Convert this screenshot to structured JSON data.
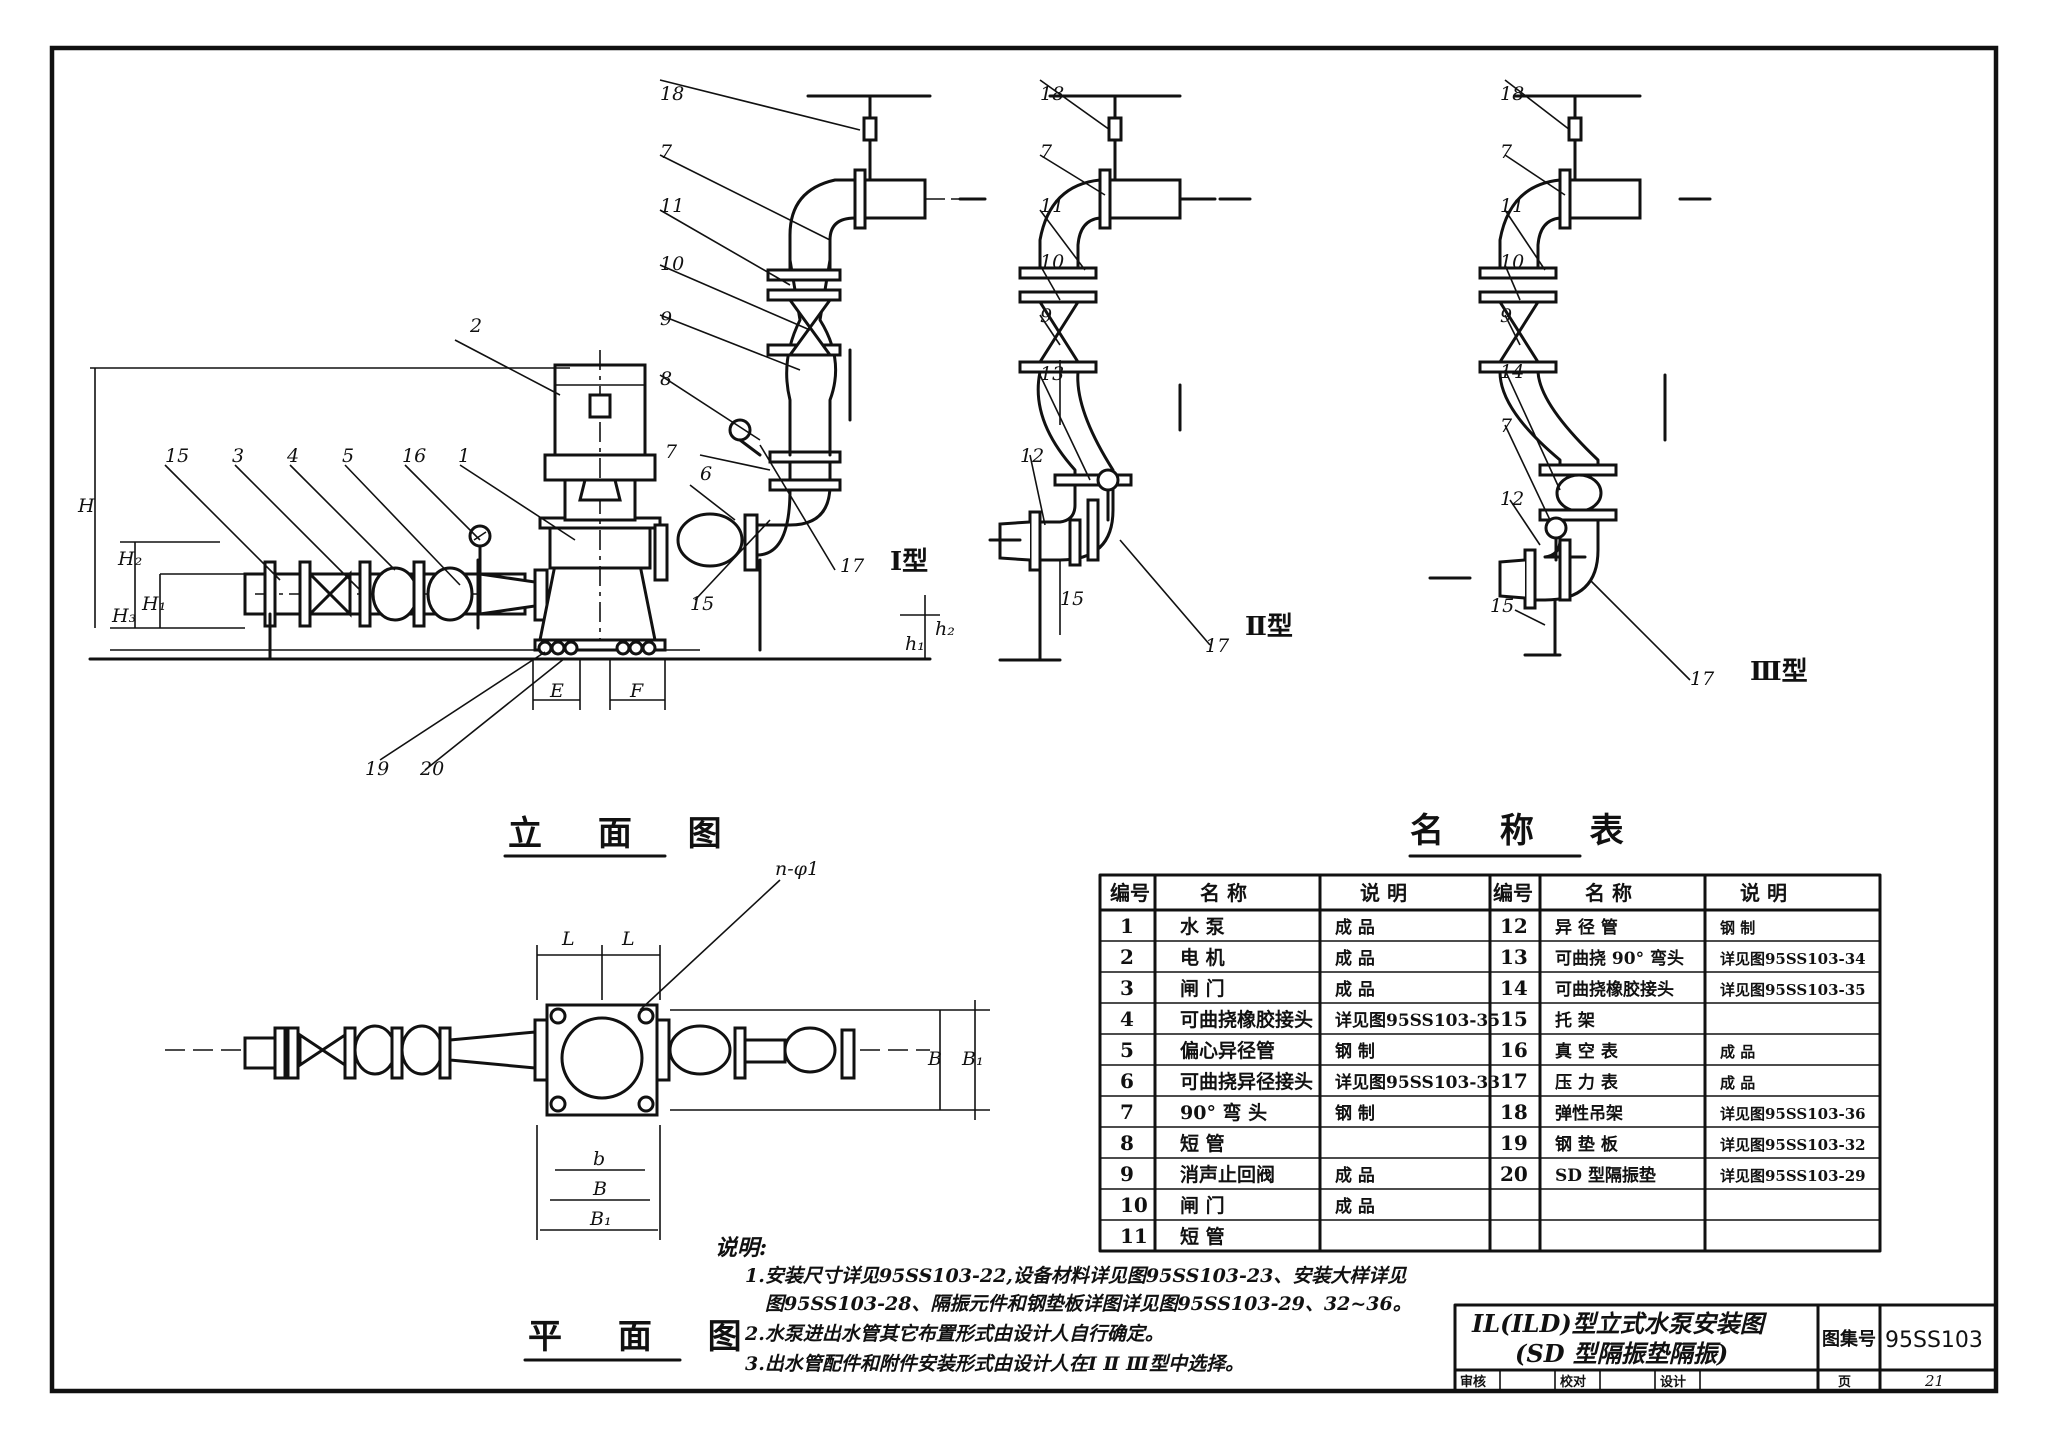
{
  "views": {
    "elevation_title": "立 面 图",
    "plan_title": "平 面 图",
    "type1": "Ⅰ型",
    "type2": "Ⅱ型",
    "type3": "Ⅲ型"
  },
  "callouts": {
    "elev": [
      "15",
      "3",
      "4",
      "5",
      "16",
      "1",
      "2",
      "6",
      "7",
      "8",
      "9",
      "10",
      "11",
      "7",
      "18",
      "17",
      "15",
      "19",
      "20"
    ],
    "t2": [
      "18",
      "7",
      "11",
      "10",
      "9",
      "13",
      "12",
      "15",
      "17"
    ],
    "t3": [
      "18",
      "7",
      "11",
      "10",
      "9",
      "14",
      "7",
      "12",
      "15",
      "17"
    ]
  },
  "dims": {
    "H": "H",
    "H1": "H₁",
    "H2": "H₂",
    "H3": "H₃",
    "h1": "h₁",
    "h2": "h₂",
    "E": "E",
    "F": "F",
    "L": "L",
    "b": "b",
    "B": "B",
    "B1": "B₁",
    "nphi": "n-φ1"
  },
  "parts_table": {
    "title": "名 称 表",
    "headers": [
      "编号",
      "名 称",
      "说 明",
      "编号",
      "名 称",
      "说 明"
    ],
    "left_rows": [
      {
        "no": "1",
        "name": "水 泵",
        "note": "成 品"
      },
      {
        "no": "2",
        "name": "电 机",
        "note": "成 品"
      },
      {
        "no": "3",
        "name": "闸 门",
        "note": "成 品"
      },
      {
        "no": "4",
        "name": "可曲挠橡胶接头",
        "note": "详见图95SS103-35"
      },
      {
        "no": "5",
        "name": "偏心异径管",
        "note": "钢 制"
      },
      {
        "no": "6",
        "name": "可曲挠异径接头",
        "note": "详见图95SS103-33"
      },
      {
        "no": "7",
        "name": "90° 弯 头",
        "note": "钢 制"
      },
      {
        "no": "8",
        "name": "短 管",
        "note": ""
      },
      {
        "no": "9",
        "name": "消声止回阀",
        "note": "成 品"
      },
      {
        "no": "10",
        "name": "闸 门",
        "note": "成 品"
      },
      {
        "no": "11",
        "name": "短 管",
        "note": ""
      }
    ],
    "right_rows": [
      {
        "no": "12",
        "name": "异 径 管",
        "note": "钢 制"
      },
      {
        "no": "13",
        "name": "可曲挠 90° 弯头",
        "note": "详见图95SS103-34"
      },
      {
        "no": "14",
        "name": "可曲挠橡胶接头",
        "note": "详见图95SS103-35"
      },
      {
        "no": "15",
        "name": "托 架",
        "note": ""
      },
      {
        "no": "16",
        "name": "真 空 表",
        "note": "成 品"
      },
      {
        "no": "17",
        "name": "压 力 表",
        "note": "成 品"
      },
      {
        "no": "18",
        "name": "弹性吊架",
        "note": "详见图95SS103-36"
      },
      {
        "no": "19",
        "name": "钢 垫 板",
        "note": "详见图95SS103-32"
      },
      {
        "no": "20",
        "name": "SD 型隔振垫",
        "note": "详见图95SS103-29"
      },
      {
        "no": "",
        "name": "",
        "note": ""
      },
      {
        "no": "",
        "name": "",
        "note": ""
      }
    ]
  },
  "notes": {
    "heading": "说明:",
    "lines": [
      "1.安装尺寸详见95SS103-22,设备材料详见图95SS103-23、安装大样详见",
      "图95SS103-28、隔振元件和钢垫板详图详见图95SS103-29、32~36。",
      "2.水泵进出水管其它布置形式由设计人自行确定。",
      "3.出水管配件和附件安装形式由设计人在Ⅰ Ⅱ Ⅲ型中选择。"
    ]
  },
  "title_block": {
    "title_line1": "IL(ILD)型立式水泵安装图",
    "title_line2": "(SD 型隔振垫隔振)",
    "atlas_label": "图集号",
    "atlas_no": "95SS103",
    "review_label": "审核",
    "check_label": "校对",
    "design_label": "设计",
    "page_label": "页",
    "page_no": "21"
  }
}
